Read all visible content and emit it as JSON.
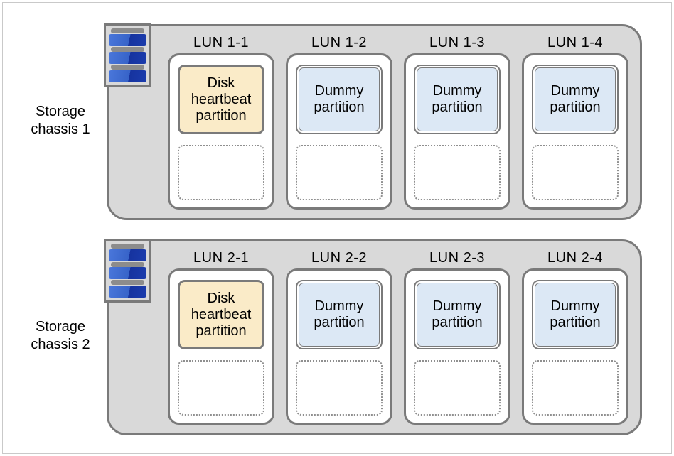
{
  "colors": {
    "page_background": "#ffffff",
    "outer_border": "#c9c9c9",
    "chassis_fill": "#d9d9d9",
    "chassis_border": "#7a7a7a",
    "lun_fill": "#ffffff",
    "heartbeat_partition_fill": "#faebc8",
    "dummy_partition_fill": "#dce8f5",
    "empty_slot_border": "#8f8f8f",
    "disk_bar_blue_light": "#4a77db",
    "disk_bar_blue_dark": "#16339f",
    "disk_bar_gray": "#8c8c8c"
  },
  "icons": {
    "disk_array": "disk-array-icon"
  },
  "chassis": [
    {
      "label": "Storage chassis 1",
      "luns": [
        {
          "name": "LUN 1-1",
          "partition": {
            "label": "Disk heartbeat partition",
            "type": "heartbeat"
          },
          "empty_slot": true
        },
        {
          "name": "LUN 1-2",
          "partition": {
            "label": "Dummy partition",
            "type": "dummy"
          },
          "empty_slot": true
        },
        {
          "name": "LUN 1-3",
          "partition": {
            "label": "Dummy partition",
            "type": "dummy"
          },
          "empty_slot": true
        },
        {
          "name": "LUN 1-4",
          "partition": {
            "label": "Dummy partition",
            "type": "dummy"
          },
          "empty_slot": true
        }
      ]
    },
    {
      "label": "Storage chassis 2",
      "luns": [
        {
          "name": "LUN 2-1",
          "partition": {
            "label": "Disk heartbeat partition",
            "type": "heartbeat"
          },
          "empty_slot": true
        },
        {
          "name": "LUN 2-2",
          "partition": {
            "label": "Dummy partition",
            "type": "dummy"
          },
          "empty_slot": true
        },
        {
          "name": "LUN 2-3",
          "partition": {
            "label": "Dummy partition",
            "type": "dummy"
          },
          "empty_slot": true
        },
        {
          "name": "LUN 2-4",
          "partition": {
            "label": "Dummy partition",
            "type": "dummy"
          },
          "empty_slot": true
        }
      ]
    }
  ]
}
